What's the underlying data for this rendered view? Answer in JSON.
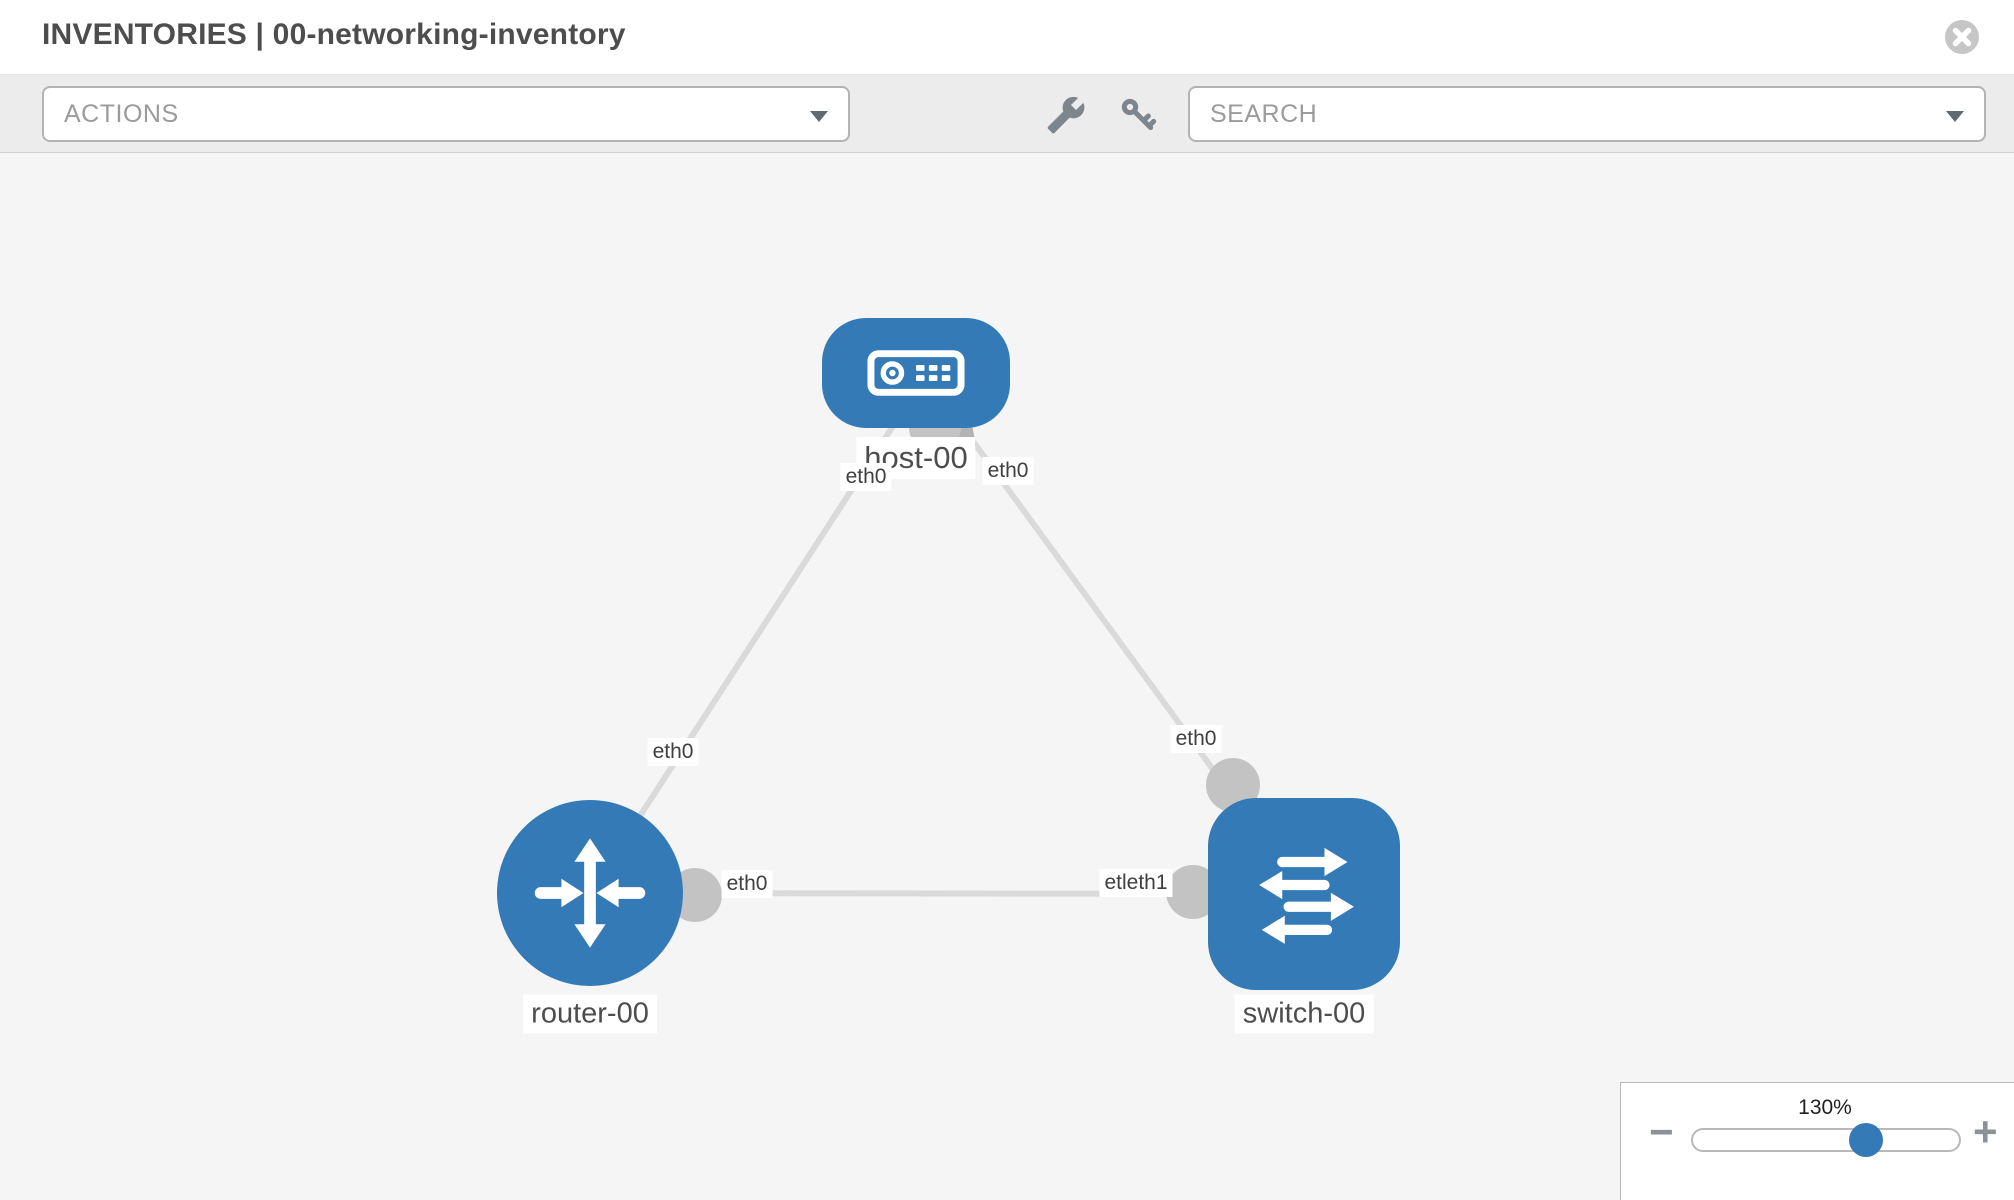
{
  "header": {
    "title": "INVENTORIES | 00-networking-inventory",
    "close_icon": "x-circle-icon"
  },
  "toolbar": {
    "actions_label": "ACTIONS",
    "search_label": "SEARCH",
    "icons": [
      "wrench-icon",
      "key-icon"
    ],
    "caret_icon": "chevron-down-icon"
  },
  "diagram": {
    "nodes": [
      {
        "id": "host-00",
        "type": "host",
        "label": "host-00"
      },
      {
        "id": "router-00",
        "type": "router",
        "label": "router-00"
      },
      {
        "id": "switch-00",
        "type": "switch",
        "label": "switch-00"
      }
    ],
    "links": [
      {
        "from": "host-00",
        "to": "router-00"
      },
      {
        "from": "host-00",
        "to": "switch-00"
      },
      {
        "from": "router-00",
        "to": "switch-00"
      }
    ],
    "interfaces": {
      "host_left": "eth0",
      "host_right": "eth0",
      "router_top": "eth0",
      "switch_top": "eth0",
      "link_router_side": "eth0",
      "link_switch_side": "etleth1"
    }
  },
  "zoom_control": {
    "percent_label": "130%",
    "value": 130,
    "minus_label": "−",
    "plus_label": "+"
  },
  "colors": {
    "accent_blue": "#337ab7",
    "link_gray": "#dadada",
    "dot_gray": "#c3c3c3",
    "canvas_bg": "#f5f5f5",
    "toolbar_bg": "#ececec",
    "label_text": "#4d4d4d",
    "muted_text": "#9b9b9b",
    "icon_gray": "#7d858d",
    "border_gray": "#b3b3b3"
  }
}
